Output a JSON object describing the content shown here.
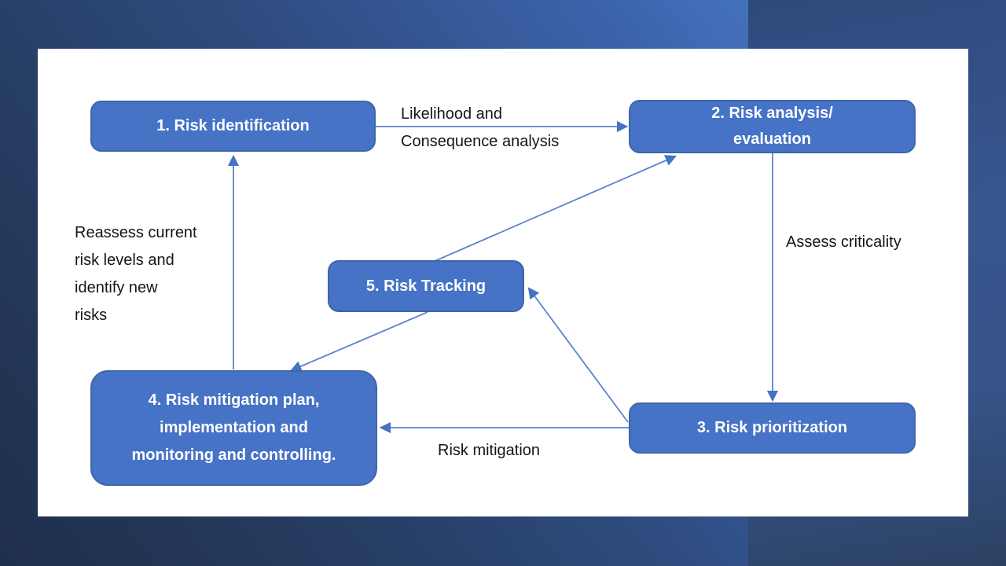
{
  "diagram": {
    "title_semantic": "Risk management process cycle",
    "nodes": [
      {
        "id": "1",
        "label": "1. Risk identification"
      },
      {
        "id": "2",
        "label": "2. Risk analysis/\nevaluation"
      },
      {
        "id": "3",
        "label": "3. Risk prioritization"
      },
      {
        "id": "4",
        "label": "4. Risk mitigation plan,\nimplementation and\nmonitoring and controlling."
      },
      {
        "id": "5",
        "label": "5. Risk Tracking"
      }
    ],
    "edges": [
      {
        "from": "1",
        "to": "2",
        "label": "Likelihood and\nConsequence analysis"
      },
      {
        "from": "2",
        "to": "3",
        "label": "Assess criticality"
      },
      {
        "from": "3",
        "to": "4",
        "label": "Risk mitigation"
      },
      {
        "from": "4",
        "to": "1",
        "label": "Reassess current\nrisk levels and\nidentify new\nrisks"
      },
      {
        "from": "3",
        "to": "5",
        "label": ""
      },
      {
        "from": "5",
        "to": "4",
        "label": ""
      },
      {
        "from": "5",
        "to": "2",
        "label": ""
      }
    ]
  },
  "colors": {
    "node_fill": "#4673c6",
    "node_border": "#3d65ab",
    "node_text": "#ffffff",
    "connector_line": "#5b84ce",
    "arrowhead": "#4472c4",
    "label_text": "#161616",
    "slide_background": "#ffffff",
    "backdrop_dark_navy": "#1f2f4c",
    "backdrop_medium_blue": "#2e4b7e",
    "backdrop_bright_blue": "#4471bd"
  }
}
